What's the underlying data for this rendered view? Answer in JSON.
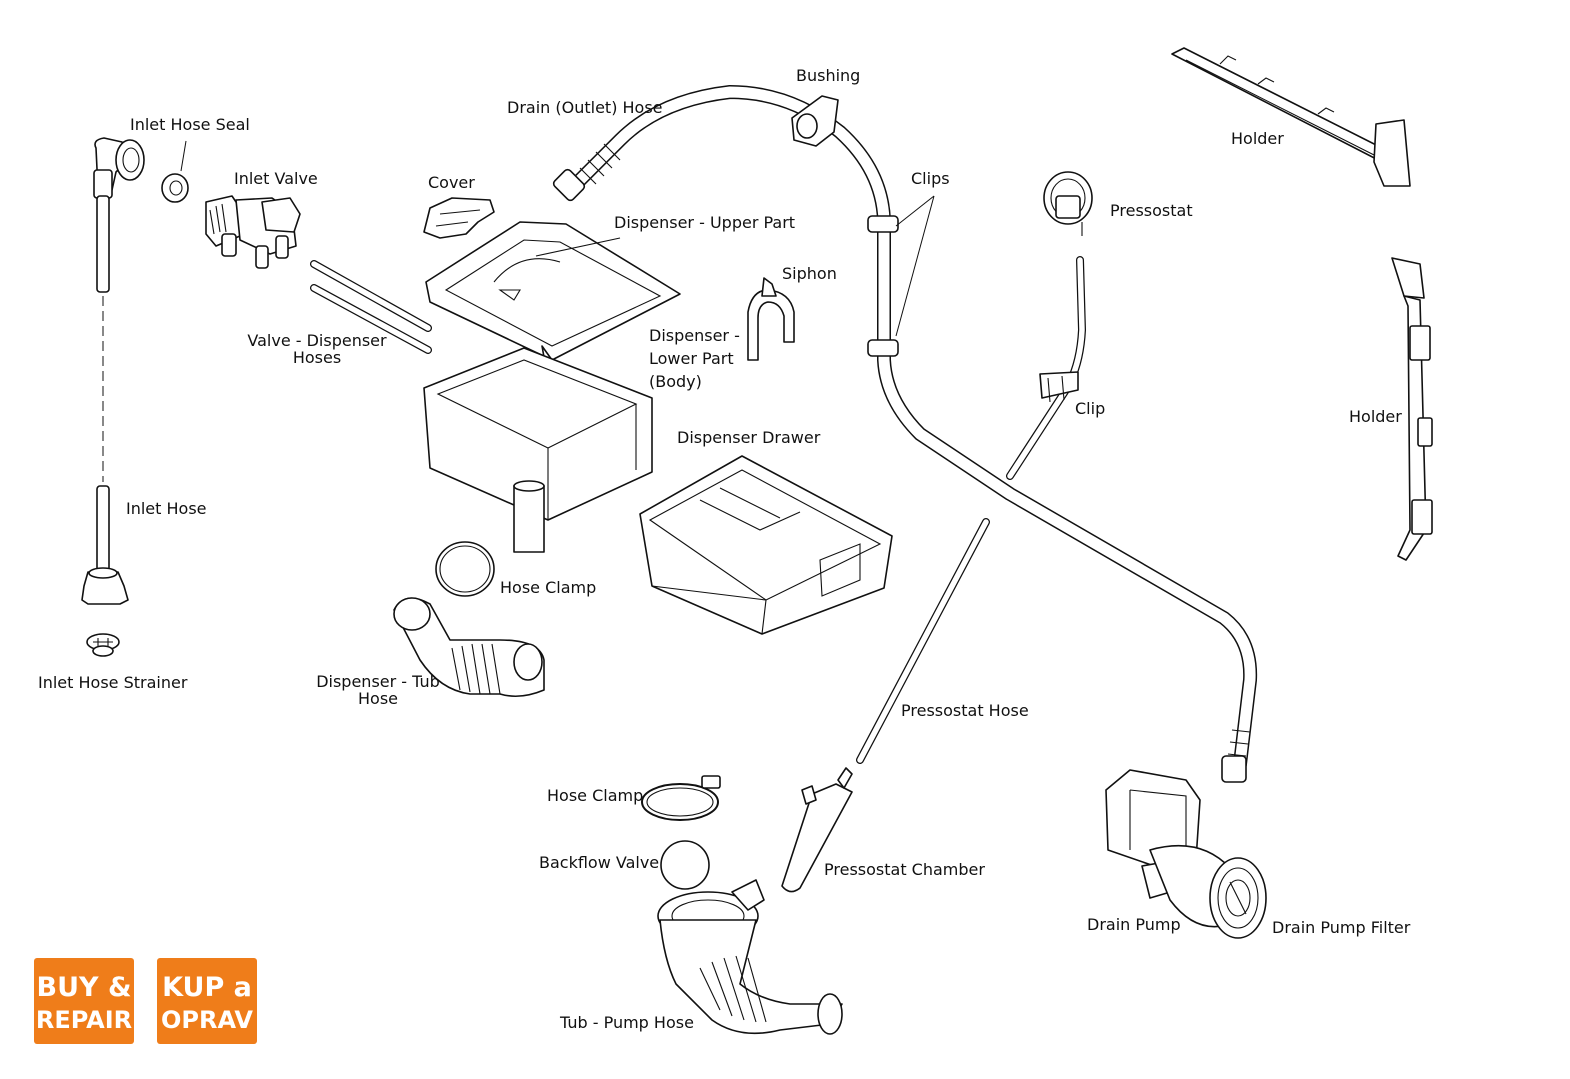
{
  "labels": {
    "inlet_hose_seal": "Inlet Hose Seal",
    "inlet_valve": "Inlet Valve",
    "cover": "Cover",
    "drain_outlet_hose": "Drain (Outlet) Hose",
    "bushing": "Bushing",
    "clips": "Clips",
    "pressostat": "Pressostat",
    "holder_top": "Holder",
    "dispenser_upper_part": "Dispenser - Upper Part",
    "siphon": "Siphon",
    "valve_dispenser_hoses_1": "Valve - Dispenser",
    "valve_dispenser_hoses_2": "Hoses",
    "dispenser_lower_part_1": "Dispenser -",
    "dispenser_lower_part_2": "Lower Part",
    "dispenser_lower_part_3": "(Body)",
    "clip": "Clip",
    "holder_side": "Holder",
    "dispenser_drawer": "Dispenser Drawer",
    "inlet_hose": "Inlet Hose",
    "hose_clamp_upper": "Hose Clamp",
    "inlet_hose_strainer": "Inlet Hose Strainer",
    "dispenser_tub_hose_1": "Dispenser - Tub",
    "dispenser_tub_hose_2": "Hose",
    "pressostat_hose": "Pressostat Hose",
    "hose_clamp_lower": "Hose Clamp",
    "backflow_valve": "Backflow Valve",
    "pressostat_chamber": "Pressostat Chamber",
    "drain_pump": "Drain Pump",
    "drain_pump_filter": "Drain Pump Filter",
    "tub_pump_hose": "Tub - Pump Hose"
  },
  "logos": {
    "buy_repair_line1": "BUY &",
    "buy_repair_line2": "REPAIR",
    "kup_oprav_line1": "KUP a",
    "kup_oprav_line2": "OPRAV",
    "color": "#ef7d1a"
  }
}
